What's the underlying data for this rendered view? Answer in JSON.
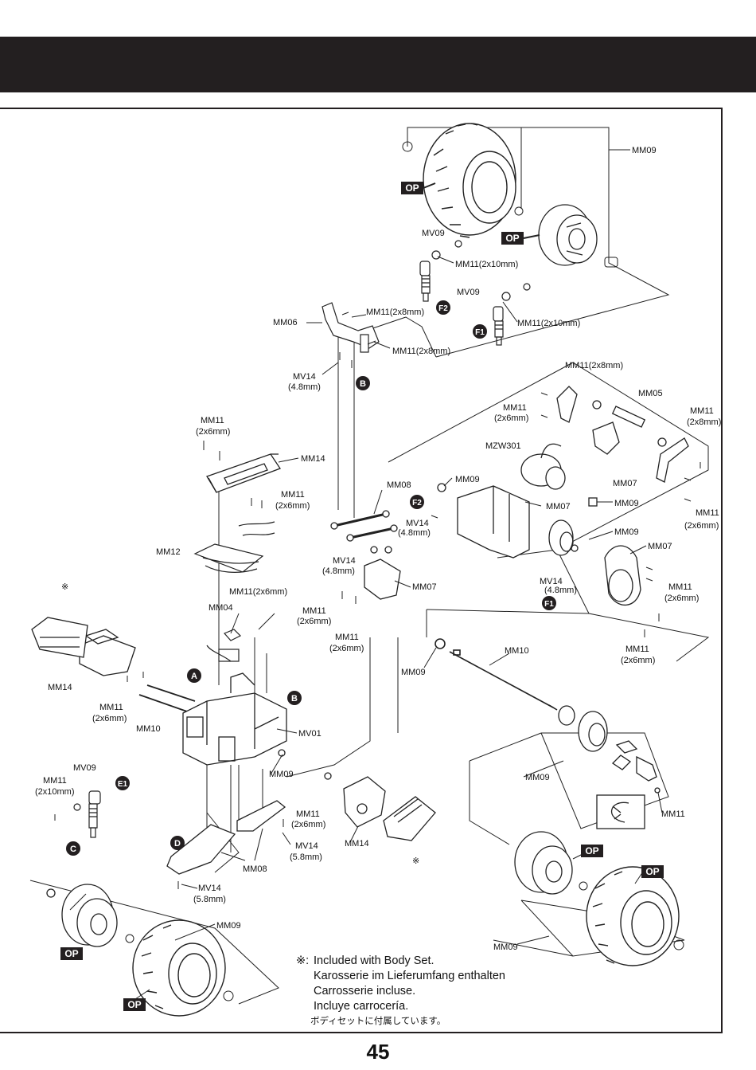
{
  "page_number": "45",
  "labels": {
    "mm09_top": "MM09",
    "op_tire_top": "OP",
    "op_wheel_top": "OP",
    "mv09_top": "MV09",
    "mm11_2x10_a": "MM11(2x10mm)",
    "mv09_mid": "MV09",
    "mm11_2x10_b": "MM11(2x10mm)",
    "mm11_2x8_a": "MM11(2x8mm)",
    "mm06": "MM06",
    "mm11_2x8_b": "MM11(2x8mm)",
    "mv14_a": "MV14",
    "mv14_a_size": "(4.8mm)",
    "mm11_2x8_c": "MM11(2x8mm)",
    "mm05": "MM05",
    "mm11_r1": "MM11",
    "mm11_r1_size": "(2x6mm)",
    "mm11_r2": "MM11",
    "mm11_r2_size": "(2x8mm)",
    "mzw301": "MZW301",
    "mm07_a": "MM07",
    "mm11_r3": "MM11",
    "mm11_r3_size": "(2x6mm)",
    "mm11_l1": "MM11",
    "mm11_l1_size": "(2x6mm)",
    "mm14_a": "MM14",
    "mm09_mid": "MM09",
    "mm07_b": "MM07",
    "mm09_motor": "MM09",
    "mm08_top": "MM08",
    "mm11_l2": "MM11",
    "mm11_l2_size": "(2x6mm)",
    "mv14_b": "MV14",
    "mv14_b_size": "(4.8mm)",
    "mm09_gear": "MM09",
    "mm07_c": "MM07",
    "mm12": "MM12",
    "mv14_c": "MV14",
    "mv14_c_size": "(4.8mm)",
    "mm07_d": "MM07",
    "mm11_r4": "MM11",
    "mm11_r4_size": "(2x6mm)",
    "mv14_d": "MV14",
    "mv14_d_size": "(4.8mm)",
    "mm11_2x6_e": "MM11(2x6mm)",
    "mm04": "MM04",
    "mm11_l3": "MM11",
    "mm11_l3_size": "(2x6mm)",
    "mm11_l4": "MM11",
    "mm11_l4_size": "(2x6mm)",
    "mm11_r5": "MM11",
    "mm11_r5_size": "(2x6mm)",
    "asterisk_left": "※",
    "mm10_shaft": "MM10",
    "mm09_shaft": "MM09",
    "mm14_b": "MM14",
    "mm11_l5": "MM11",
    "mm11_l5_size": "(2x6mm)",
    "mm10_left": "MM10",
    "mv01": "MV01",
    "mm09_chassis": "MM09",
    "mm09_diff": "MM09",
    "mv09_bot": "MV09",
    "mm11_2x10_c": "MM11",
    "mm11_2x10_c_size": "(2x10mm)",
    "mm11_clip": "MM11",
    "mm11_l6": "MM11",
    "mm11_l6_size": "(2x6mm)",
    "mm14_c": "MM14",
    "mv14_e": "MV14",
    "mv14_e_size": "(5.8mm)",
    "asterisk_right": "※",
    "op_wheel_br": "OP",
    "op_tire_br": "OP",
    "mm08_bot": "MM08",
    "mv14_f": "MV14",
    "mv14_f_size": "(5.8mm)",
    "mm09_bl": "MM09",
    "op_wheel_bl": "OP",
    "op_tire_bl": "OP",
    "mm09_br": "MM09",
    "marker_a": "A",
    "marker_b_top": "B",
    "marker_b_chassis": "B",
    "marker_c": "C",
    "marker_d": "D",
    "marker_e1": "E1",
    "marker_f1_top": "F1",
    "marker_f2_top": "F2",
    "marker_f1_mid": "F1",
    "marker_f2_mid": "F2"
  },
  "note": {
    "symbol": "※:",
    "en": "Included with Body Set.",
    "de": "Karosserie im Lieferumfang enthalten",
    "fr": "Carrosserie incluse.",
    "es": "Incluye carrocería.",
    "ja": "ボディセットに付属しています。"
  }
}
